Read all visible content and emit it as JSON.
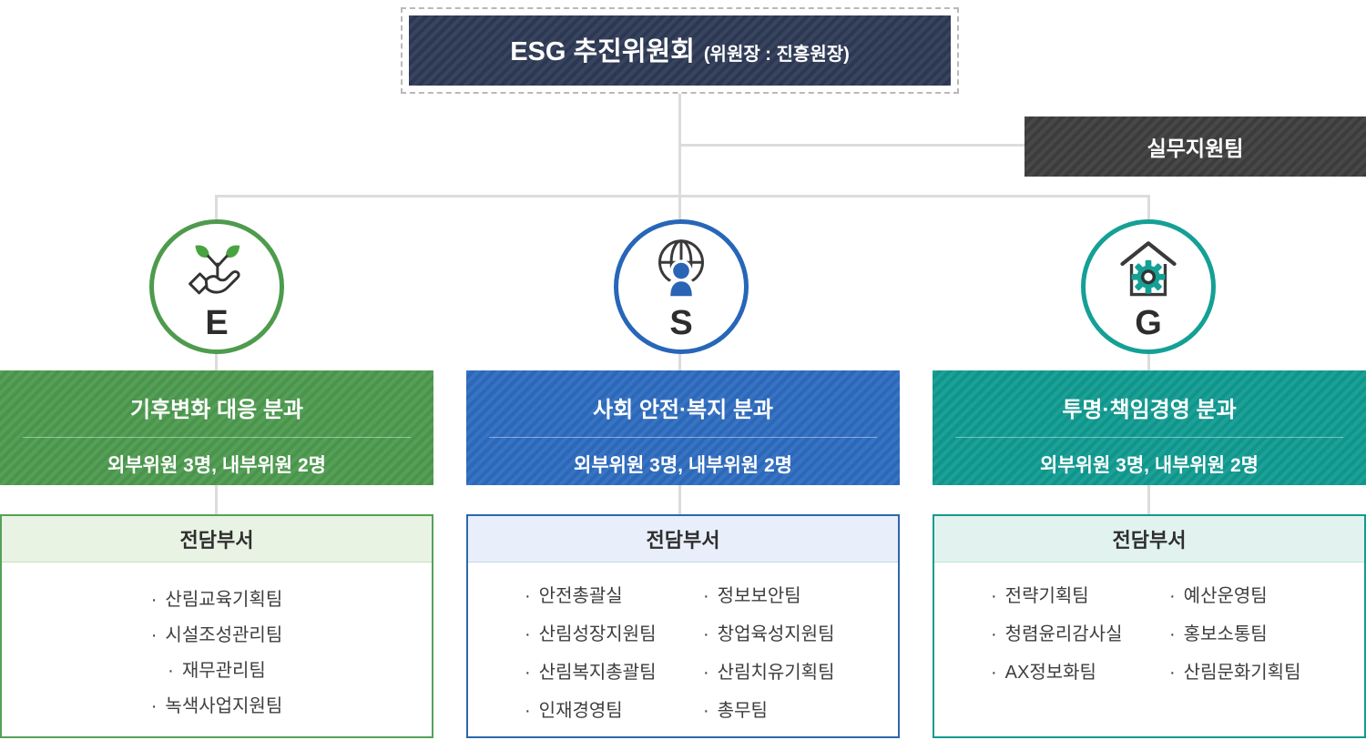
{
  "committee": {
    "title": "ESG 추진위원회",
    "subtitle": "(위원장 : 진흥원장)"
  },
  "support_team": {
    "label": "실무지원팀"
  },
  "colors": {
    "committee_navy": "#2e3a55",
    "support_gray": "#3e3e3e",
    "green": "#4d9a4f",
    "blue": "#2e6cc0",
    "teal": "#119b91",
    "connector_gray": "#dcdcdc"
  },
  "pillars": [
    {
      "letter": "E",
      "icon": "sprout-in-hand-icon",
      "accent": "#4d9a4f",
      "division": "기후변화 대응 분과",
      "members": "외부위원 3명, 내부위원 2명",
      "dept_header": "전담부서",
      "teams_col1": [
        "산림교육기획팀",
        "시설조성관리팀",
        "재무관리팀",
        "녹색사업지원팀"
      ],
      "teams_col2": []
    },
    {
      "letter": "S",
      "icon": "globe-person-icon",
      "accent": "#2e6cc0",
      "division": "사회 안전·복지 분과",
      "members": "외부위원 3명, 내부위원 2명",
      "dept_header": "전담부서",
      "teams_col1": [
        "안전총괄실",
        "산림성장지원팀",
        "산림복지총괄팀",
        "인재경영팀"
      ],
      "teams_col2": [
        "정보보안팀",
        "창업육성지원팀",
        "산림치유기획팀",
        "총무팀"
      ]
    },
    {
      "letter": "G",
      "icon": "house-gear-icon",
      "accent": "#119b91",
      "division": "투명·책임경영 분과",
      "members": "외부위원 3명, 내부위원 2명",
      "dept_header": "전담부서",
      "teams_col1": [
        "전략기획팀",
        "청렴윤리감사실",
        "AX정보화팀"
      ],
      "teams_col2": [
        "예산운영팀",
        "홍보소통팀",
        "산림문화기획팀"
      ]
    }
  ]
}
